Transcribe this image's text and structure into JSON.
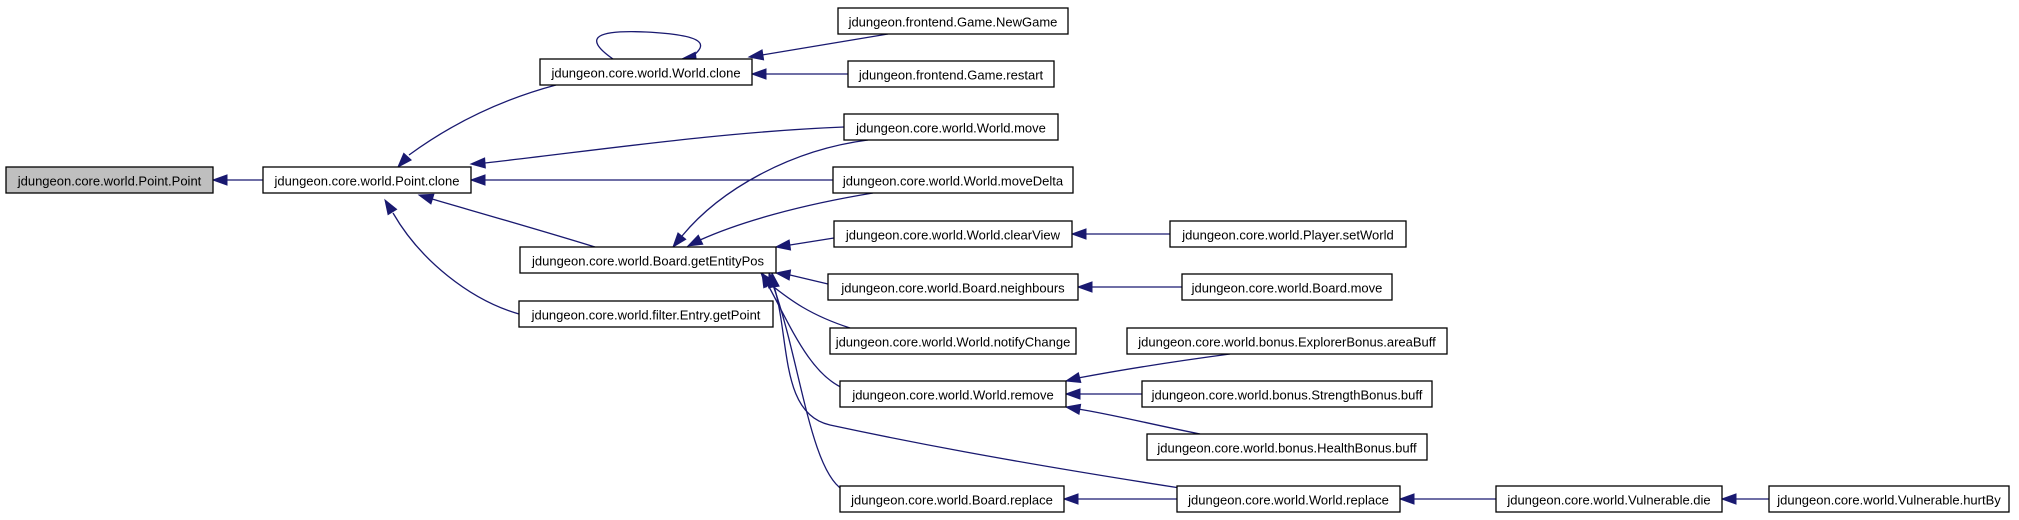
{
  "diagram": {
    "type": "call-graph",
    "nodes": [
      {
        "id": "n0",
        "label": "jdungeon.core.world.Point.Point",
        "root": true
      },
      {
        "id": "n1",
        "label": "jdungeon.core.world.Point.clone"
      },
      {
        "id": "n2",
        "label": "jdungeon.core.world.World.clone"
      },
      {
        "id": "n3",
        "label": "jdungeon.core.world.Board.getEntityPos"
      },
      {
        "id": "n4",
        "label": "jdungeon.core.world.filter.Entry.getPoint"
      },
      {
        "id": "n5",
        "label": "jdungeon.frontend.Game.NewGame"
      },
      {
        "id": "n6",
        "label": "jdungeon.frontend.Game.restart"
      },
      {
        "id": "n7",
        "label": "jdungeon.core.world.World.move"
      },
      {
        "id": "n8",
        "label": "jdungeon.core.world.World.moveDelta"
      },
      {
        "id": "n9",
        "label": "jdungeon.core.world.World.clearView"
      },
      {
        "id": "n10",
        "label": "jdungeon.core.world.Board.neighbours"
      },
      {
        "id": "n11",
        "label": "jdungeon.core.world.World.notifyChange"
      },
      {
        "id": "n12",
        "label": "jdungeon.core.world.World.remove"
      },
      {
        "id": "n13",
        "label": "jdungeon.core.world.Board.replace"
      },
      {
        "id": "n14",
        "label": "jdungeon.core.world.Player.setWorld"
      },
      {
        "id": "n15",
        "label": "jdungeon.core.world.Board.move"
      },
      {
        "id": "n16",
        "label": "jdungeon.core.world.bonus.ExplorerBonus.areaBuff"
      },
      {
        "id": "n17",
        "label": "jdungeon.core.world.bonus.StrengthBonus.buff"
      },
      {
        "id": "n18",
        "label": "jdungeon.core.world.bonus.HealthBonus.buff"
      },
      {
        "id": "n19",
        "label": "jdungeon.core.world.World.replace"
      },
      {
        "id": "n20",
        "label": "jdungeon.core.world.Vulnerable.die"
      },
      {
        "id": "n21",
        "label": "jdungeon.core.world.Vulnerable.hurtBy"
      }
    ],
    "edges": [
      {
        "from": "n1",
        "to": "n0"
      },
      {
        "from": "n2",
        "to": "n1"
      },
      {
        "from": "n7",
        "to": "n1"
      },
      {
        "from": "n8",
        "to": "n1"
      },
      {
        "from": "n3",
        "to": "n1"
      },
      {
        "from": "n4",
        "to": "n1"
      },
      {
        "from": "n2",
        "to": "n2"
      },
      {
        "from": "n5",
        "to": "n2"
      },
      {
        "from": "n6",
        "to": "n2"
      },
      {
        "from": "n7",
        "to": "n3"
      },
      {
        "from": "n8",
        "to": "n3"
      },
      {
        "from": "n9",
        "to": "n3"
      },
      {
        "from": "n10",
        "to": "n3"
      },
      {
        "from": "n11",
        "to": "n3"
      },
      {
        "from": "n12",
        "to": "n3"
      },
      {
        "from": "n13",
        "to": "n3"
      },
      {
        "from": "n19",
        "to": "n3"
      },
      {
        "from": "n14",
        "to": "n9"
      },
      {
        "from": "n15",
        "to": "n10"
      },
      {
        "from": "n16",
        "to": "n12"
      },
      {
        "from": "n17",
        "to": "n12"
      },
      {
        "from": "n18",
        "to": "n12"
      },
      {
        "from": "n19",
        "to": "n13"
      },
      {
        "from": "n20",
        "to": "n19"
      },
      {
        "from": "n21",
        "to": "n20"
      }
    ]
  },
  "colors": {
    "edge": "#191970",
    "root_fill": "#bfbfbf",
    "node_fill": "#ffffff",
    "node_border": "#000000"
  }
}
